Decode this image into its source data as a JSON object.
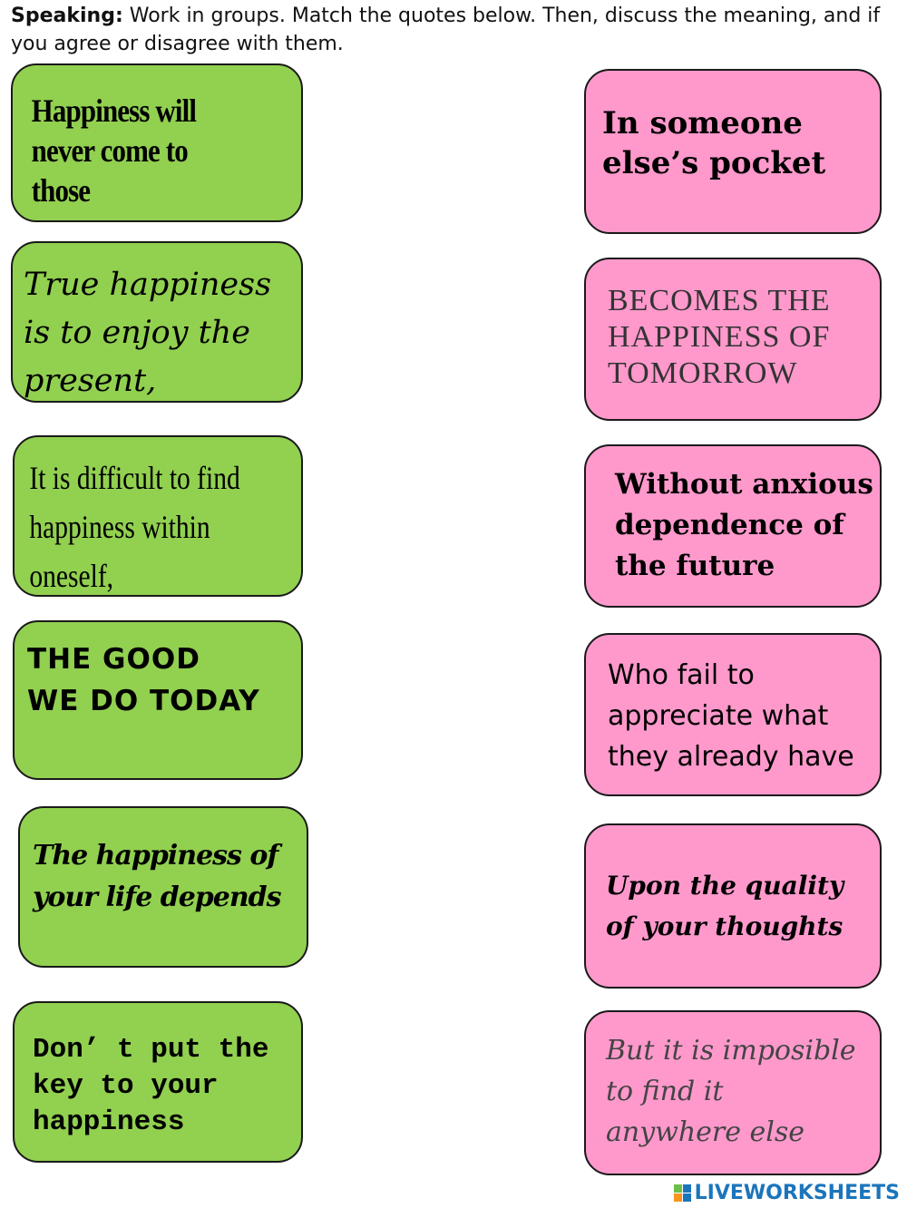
{
  "instructions": {
    "label": "Speaking:",
    "text": " Work in groups.  Match the quotes below.  Then, discuss the meaning, and if you agree or disagree with them."
  },
  "colors": {
    "green_card": "#92d050",
    "pink_card": "#ff99cc",
    "brand": "#1b75bb"
  },
  "left_cards": [
    "Happiness will\nnever come to\nthose",
    "True happiness\nis to enjoy the\npresent,",
    "It is difficult to find\nhappiness within\noneself,",
    "THE GOOD\nWE DO TODAY",
    "The happiness of\nyour life depends",
    "Don’ t put the\nkey to your\nhappiness"
  ],
  "right_cards": [
    "In someone\nelse’s pocket",
    "Becomes the\nhappiness of\ntomorrow",
    "Without anxious\ndependence of\nthe future",
    "Who fail to\nappreciate what\nthey already have",
    "Upon the quality\nof your thoughts",
    "But it is imposible\nto find it\nanywhere else"
  ],
  "footer": {
    "brand": "LIVEWORKSHEETS"
  }
}
